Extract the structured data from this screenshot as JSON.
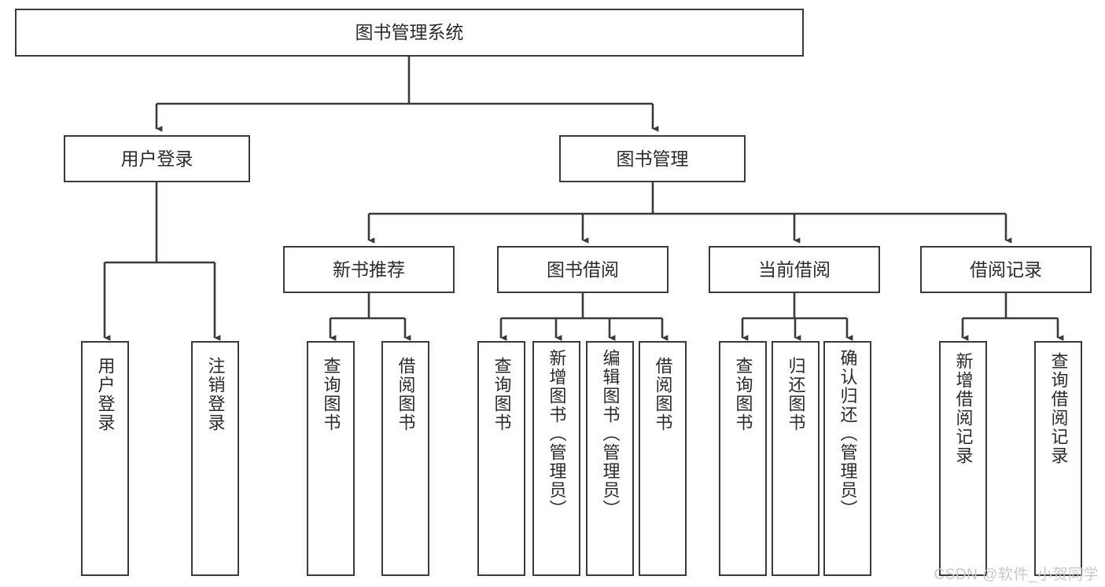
{
  "diagram": {
    "title": "图书管理系统",
    "watermark": "CSDN @软件_小贺同学",
    "colors": {
      "stroke": "#3a3a3a",
      "background": "#ffffff",
      "text": "#2b2b2b",
      "watermark": "#c9c9c9"
    },
    "levels": {
      "root": {
        "label": "图书管理系统"
      },
      "level2": [
        {
          "label": "用户登录"
        },
        {
          "label": "图书管理"
        }
      ],
      "level3": [
        {
          "label": "新书推荐"
        },
        {
          "label": "图书借阅"
        },
        {
          "label": "当前借阅"
        },
        {
          "label": "借阅记录"
        }
      ],
      "leaves": {
        "user_login": [
          {
            "label": "用户登录"
          },
          {
            "label": "注销登录"
          }
        ],
        "new_book_recommend": [
          {
            "label": "查询图书"
          },
          {
            "label": "借阅图书"
          }
        ],
        "book_borrow": [
          {
            "label": "查询图书"
          },
          {
            "label": "新增图书（管理员）"
          },
          {
            "label": "编辑图书（管理员）"
          },
          {
            "label": "借阅图书"
          }
        ],
        "current_borrow": [
          {
            "label": "查询图书"
          },
          {
            "label": "归还图书"
          },
          {
            "label": "确认归还（管理员）"
          }
        ],
        "borrow_record": [
          {
            "label": "新增借阅记录"
          },
          {
            "label": "查询借阅记录"
          }
        ]
      }
    }
  }
}
